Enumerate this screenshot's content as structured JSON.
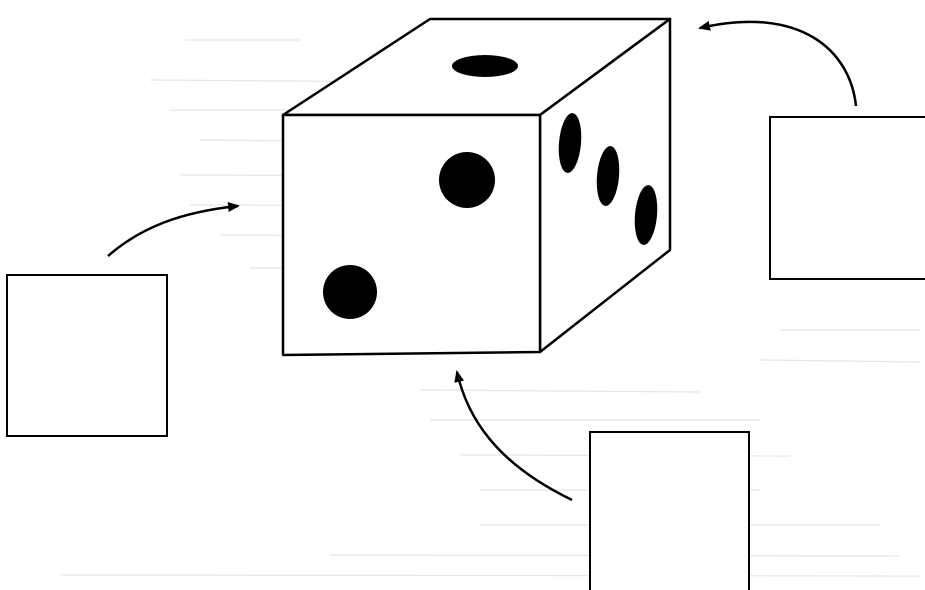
{
  "diagram": {
    "style": {
      "background": "#ffffff",
      "ink": "#000000",
      "paper_tint": "#f2f2f2"
    },
    "die": {
      "front_face_pips": 2,
      "top_face_pips": 1,
      "right_face_pips": 3
    },
    "answer_boxes": [
      {
        "id": "box-left",
        "points_to": "front-face",
        "text": ""
      },
      {
        "id": "box-right",
        "points_to": "top-face",
        "text": ""
      },
      {
        "id": "box-bottom",
        "points_to": "front-face-bottom-edge",
        "text": ""
      }
    ]
  }
}
